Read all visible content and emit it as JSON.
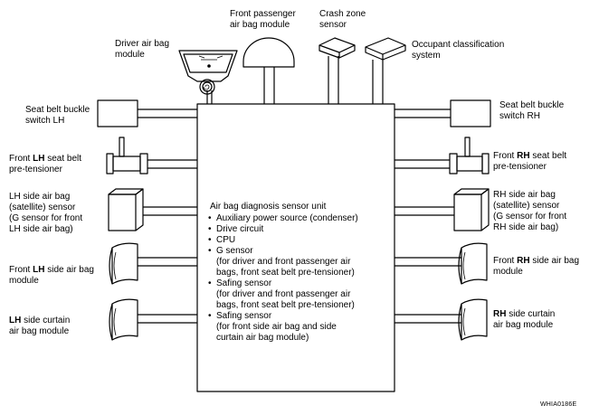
{
  "labels": {
    "driver_airbag": [
      "Driver air bag",
      "module"
    ],
    "front_pass_airbag": [
      "Front passenger",
      "air bag module"
    ],
    "crash_zone": [
      "Crash zone",
      "sensor"
    ],
    "occupant": [
      "Occupant classification",
      "system"
    ],
    "sb_lh": [
      "Seat belt buckle",
      "switch LH"
    ],
    "sb_rh": [
      "Seat belt buckle",
      "switch RH"
    ],
    "pt_lh": {
      "pre": "Front ",
      "bold": "LH",
      "post": " seat belt",
      "line2": "pre-tensioner"
    },
    "pt_rh": {
      "pre": "Front ",
      "bold": "RH",
      "post": " seat belt",
      "line2": "pre-tensioner"
    },
    "sat_lh": [
      "LH side air bag",
      "(satellite) sensor",
      "(G sensor for front",
      "LH side air bag)"
    ],
    "sat_rh": [
      "RH side air bag",
      "(satellite) sensor",
      "(G sensor for front",
      "RH side air bag)"
    ],
    "fside_lh": {
      "pre": "Front ",
      "bold": "LH",
      "post": " side air bag",
      "line2": "module"
    },
    "fside_rh": {
      "pre": "Front ",
      "bold": "RH",
      "post": " side air bag",
      "line2": "module"
    },
    "curtain_lh": {
      "bold": "LH",
      "post": " side curtain",
      "line2": "air bag module"
    },
    "curtain_rh": {
      "bold": "RH",
      "post": " side curtain",
      "line2": "air bag module"
    }
  },
  "unit": {
    "title": "Air bag diagnosis sensor unit",
    "items": [
      {
        "text": "Auxiliary power source (condenser)",
        "bullet": true
      },
      {
        "text": "Drive circuit",
        "bullet": true
      },
      {
        "text": "CPU",
        "bullet": true
      },
      {
        "text": "G sensor",
        "bullet": true
      },
      {
        "text": "(for driver and front passenger air",
        "bullet": false
      },
      {
        "text": "bags, front seat belt pre-tensioner)",
        "bullet": false
      },
      {
        "text": "Safing sensor",
        "bullet": true
      },
      {
        "text": "(for driver and front passenger air",
        "bullet": false
      },
      {
        "text": "bags, front seat belt pre-tensioner)",
        "bullet": false
      },
      {
        "text": "Safing sensor",
        "bullet": true
      },
      {
        "text": "(for front side air bag and side",
        "bullet": false
      },
      {
        "text": "curtain air bag module)",
        "bullet": false
      }
    ]
  },
  "code": "WHIA0186E"
}
